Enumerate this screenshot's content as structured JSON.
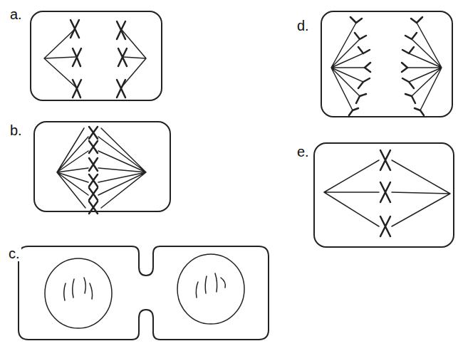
{
  "diagram": {
    "nodes": [
      {
        "text": [
          "a."
        ]
      },
      {
        "text": [
          "b."
        ]
      },
      {
        "text": [
          "c."
        ]
      },
      {
        "text": [
          "d."
        ]
      },
      {
        "text": [
          "e."
        ]
      }
    ]
  }
}
